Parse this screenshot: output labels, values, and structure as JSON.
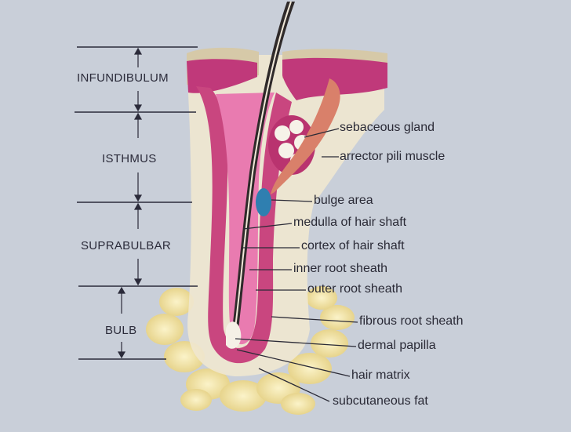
{
  "zones": [
    {
      "label": "INFUNDIBULUM"
    },
    {
      "label": "ISTHMUS"
    },
    {
      "label": "SUPRABULBAR"
    },
    {
      "label": "BULB"
    }
  ],
  "parts": [
    {
      "label": "sebaceous gland"
    },
    {
      "label": "arrector pili muscle"
    },
    {
      "label": "bulge area"
    },
    {
      "label": "medulla of hair shaft"
    },
    {
      "label": "cortex of hair shaft"
    },
    {
      "label": "inner root sheath"
    },
    {
      "label": "outer root sheath"
    },
    {
      "label": "fibrous root sheath"
    },
    {
      "label": "dermal papilla"
    },
    {
      "label": "hair matrix"
    },
    {
      "label": "subcutaneous fat"
    }
  ],
  "colors": {
    "background": "#c9cfd9",
    "epidermis": "#c0397a",
    "dermis": "#efe7cf",
    "fat": "#efe2a6",
    "hair_shaft": "#2f2a2a",
    "bulge": "#2f7fb0",
    "muscle": "#d9806a",
    "sebaceous": "#f6f2e8"
  }
}
